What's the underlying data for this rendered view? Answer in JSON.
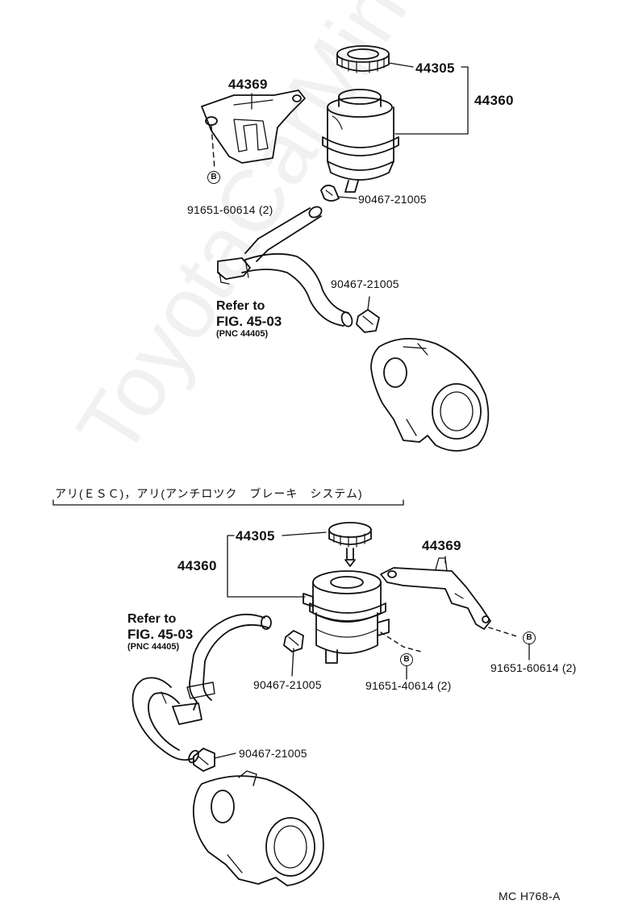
{
  "watermark": "ToyotaCarMine.ru",
  "top_section": {
    "cap_part": "44305",
    "reservoir_part": "44360",
    "bracket_part": "44369",
    "clip_upper": "90467-21005",
    "clip_lower": "90467-21005",
    "bolt_part": "91651-60614 (2)",
    "marker": "B",
    "refer_to": "Refer to",
    "fig": "FIG. 45-03",
    "pnc": "(PNC 44405)"
  },
  "condition_label": "アリ(ＥＳＣ)，アリ(アンチロツク　ブレーキ　システム)",
  "bottom_section": {
    "cap_part": "44305",
    "reservoir_part": "44360",
    "bracket_part": "44369",
    "clip_upper": "90467-21005",
    "clip_lower": "90467-21005",
    "bolt_left": "91651-40614 (2)",
    "bolt_right": "91651-60614 (2)",
    "marker": "B",
    "refer_to": "Refer to",
    "fig": "FIG. 45-03",
    "pnc": "(PNC 44405)"
  },
  "drawing_code": "MC H768-A"
}
